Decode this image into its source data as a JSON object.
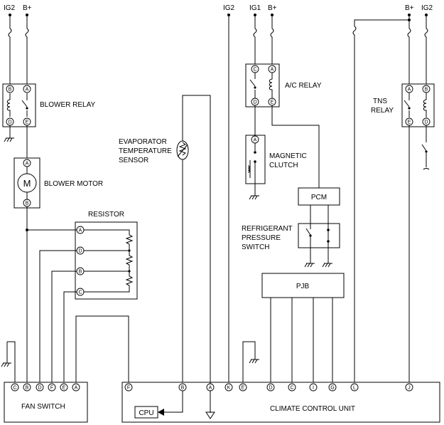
{
  "labels": {
    "ig2_left": "IG2",
    "bplus_left": "B+",
    "ig2_mid": "IG2",
    "ig1": "IG1",
    "bplus_mid": "B+",
    "bplus_right": "B+",
    "ig2_right": "IG2",
    "blower_relay": "BLOWER RELAY",
    "blower_motor": "BLOWER MOTOR",
    "resistor": "RESISTOR",
    "fan_switch": "FAN SWITCH",
    "evap_sensor_1": "EVAPORATOR",
    "evap_sensor_2": "TEMPERATURE",
    "evap_sensor_3": "SENSOR",
    "ac_relay": "A/C RELAY",
    "magnetic_clutch_1": "MAGNETIC",
    "magnetic_clutch_2": "CLUTCH",
    "pcm": "PCM",
    "refrig_switch_1": "REFRIGERANT",
    "refrig_switch_2": "PRESSURE",
    "refrig_switch_3": "SWITCH",
    "pjb": "PJB",
    "tns_relay_1": "TNS",
    "tns_relay_2": "RELAY",
    "climate_control_unit": "CLIMATE CONTROL UNIT",
    "cpu": "CPU",
    "motor_symbol": "M"
  },
  "pins": {
    "blower_relay": [
      "B",
      "A",
      "D",
      "E"
    ],
    "blower_motor": [
      "A",
      "B"
    ],
    "resistor": [
      "A",
      "D",
      "B",
      "C"
    ],
    "ac_relay": [
      "C",
      "A",
      "D",
      "E"
    ],
    "magnetic_clutch": [
      "A"
    ],
    "tns_relay": [
      "A",
      "B",
      "E",
      "D"
    ],
    "fan_switch": [
      "C",
      "B",
      "D",
      "F",
      "E",
      "A"
    ],
    "climate_control_unit": [
      "F",
      "B",
      "A",
      "K",
      "E",
      "D",
      "C",
      "I",
      "G",
      "L",
      "J"
    ]
  }
}
